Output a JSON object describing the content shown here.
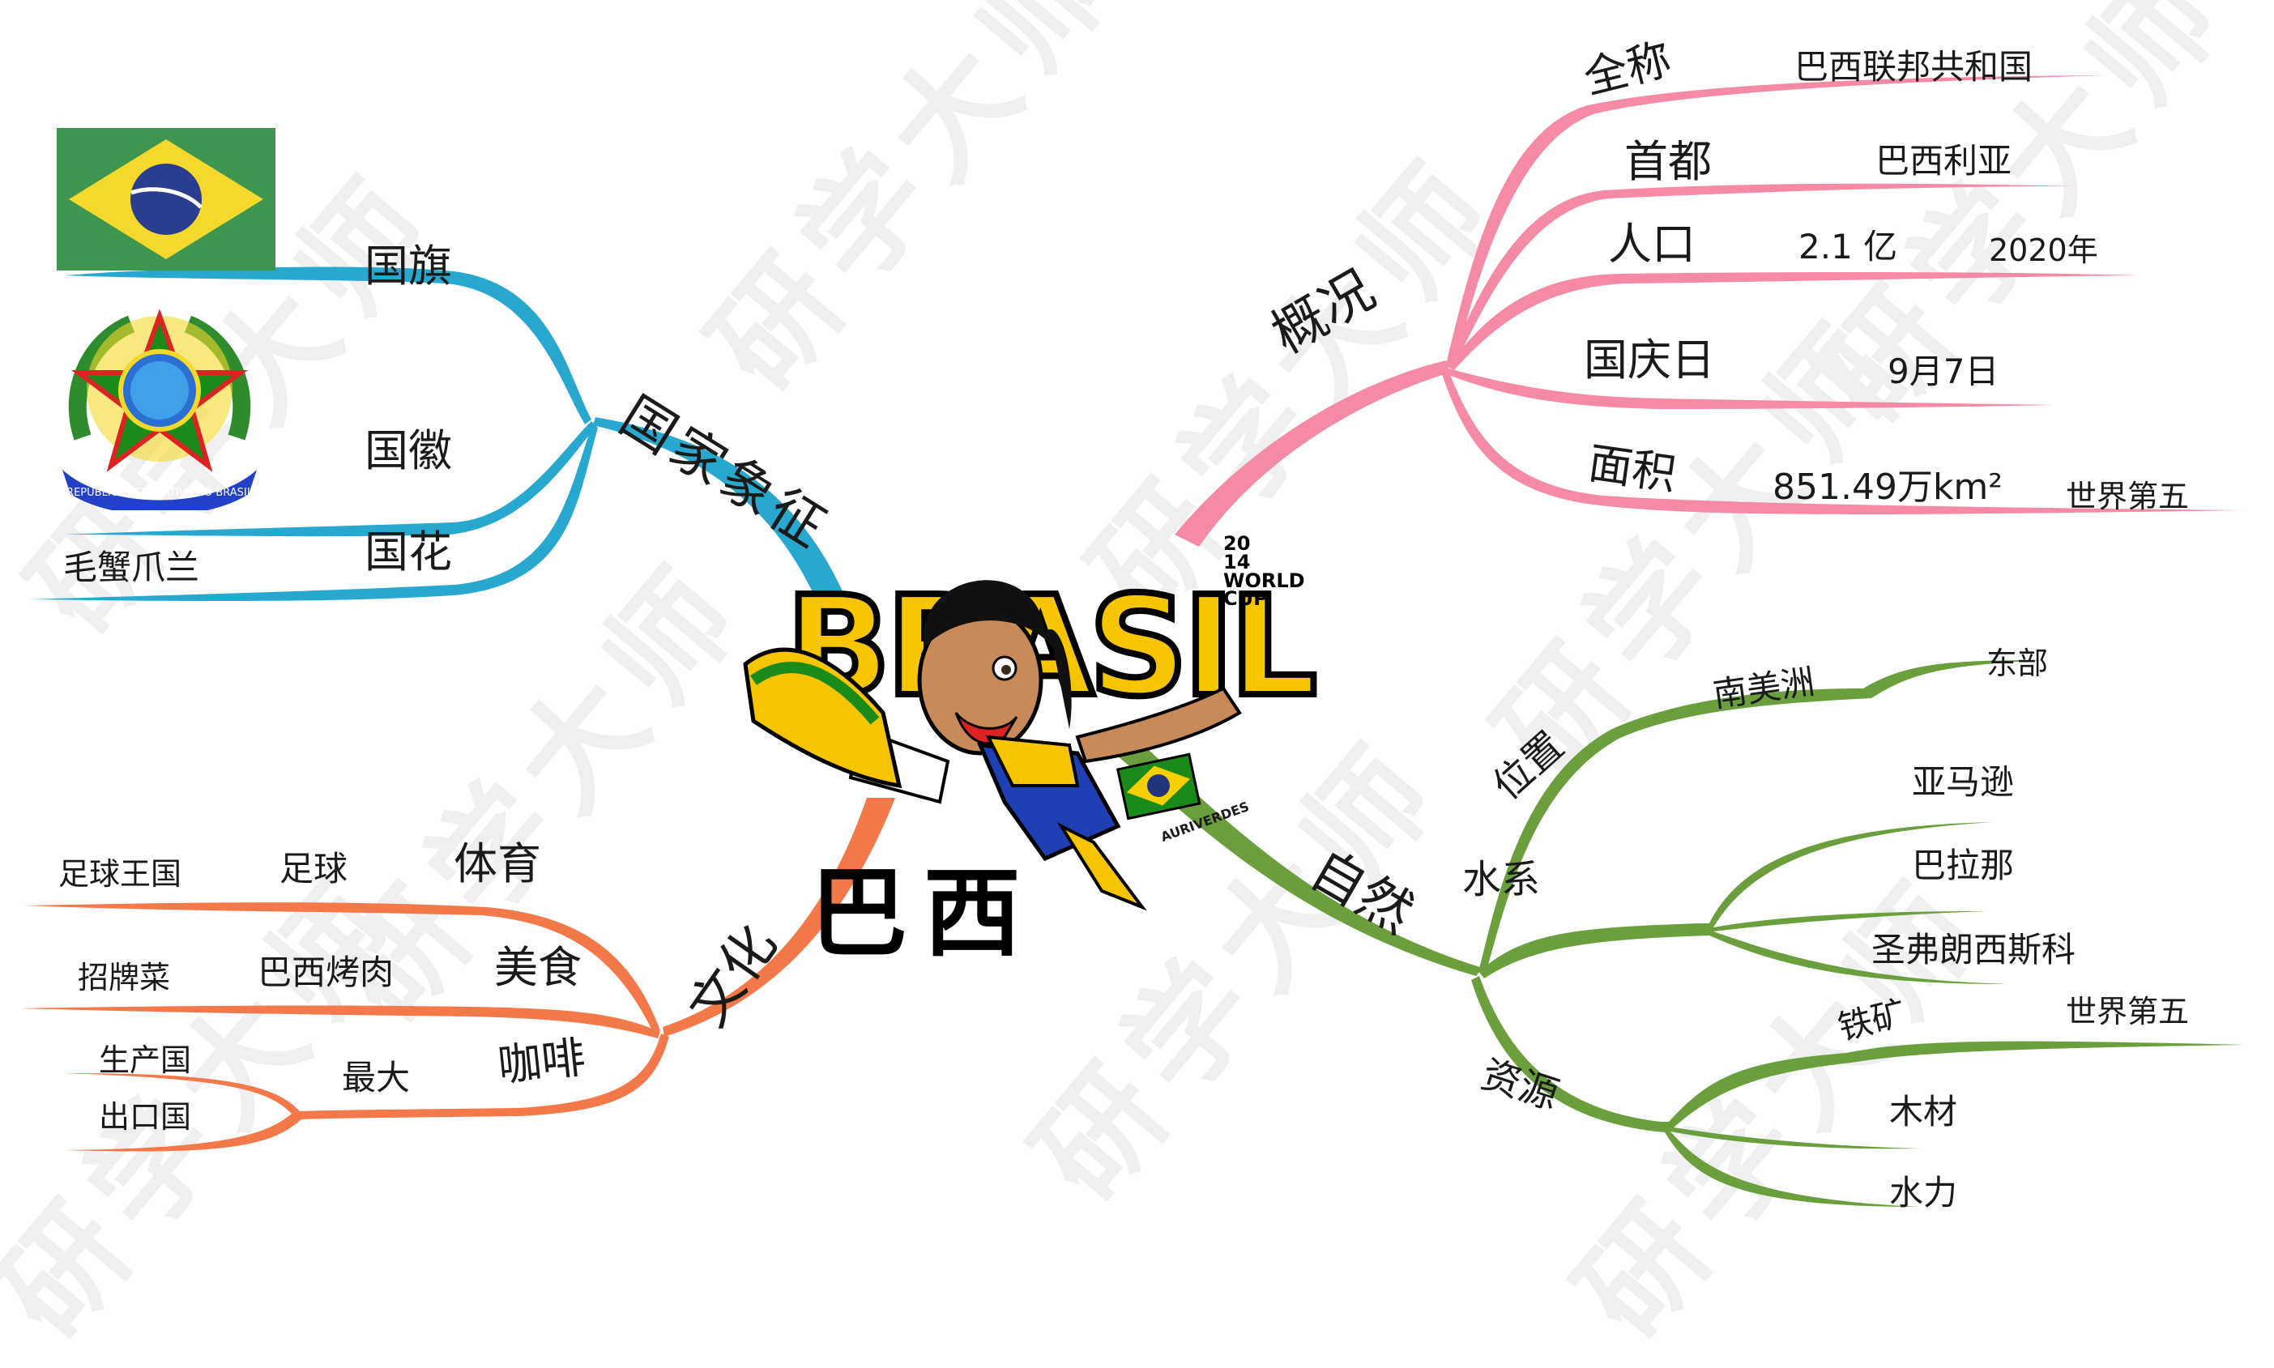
{
  "title": "巴西",
  "center": {
    "label_cn": "巴西",
    "label_en": "BRASIL",
    "badge": [
      "20",
      "14",
      "WORLD",
      "CUP"
    ],
    "caption": "AURIVERDES"
  },
  "watermark": "研学大师",
  "colors": {
    "symbols": "#29a8cf",
    "overview": "#f48aa6",
    "nature": "#6b9e3c",
    "culture": "#f4794a"
  },
  "branches": {
    "symbols": {
      "label": "国家象征",
      "children": [
        {
          "label": "国旗",
          "detail": "flag-image"
        },
        {
          "label": "国徽",
          "detail": "coat-of-arms-image"
        },
        {
          "label": "国花",
          "detail": "毛蟹爪兰"
        }
      ]
    },
    "overview": {
      "label": "概况",
      "children": [
        {
          "label": "全称",
          "value": "巴西联邦共和国"
        },
        {
          "label": "首都",
          "value": "巴西利亚"
        },
        {
          "label": "人口",
          "value": "2.1 亿",
          "note": "2020年"
        },
        {
          "label": "国庆日",
          "value": "9月7日"
        },
        {
          "label": "面积",
          "value": "851.49万km²",
          "note": "世界第五"
        }
      ]
    },
    "nature": {
      "label": "自然",
      "children": [
        {
          "label": "位置",
          "value": "南美洲",
          "note": "东部"
        },
        {
          "label": "水系",
          "items": [
            "亚马逊",
            "巴拉那",
            "圣弗朗西斯科"
          ]
        },
        {
          "label": "资源",
          "items": [
            "铁矿",
            "木材",
            "水力"
          ],
          "iron_note": "世界第五"
        }
      ]
    },
    "culture": {
      "label": "文化",
      "children": [
        {
          "label": "体育",
          "value": "足球",
          "note": "足球王国"
        },
        {
          "label": "美食",
          "value": "巴西烤肉",
          "note": "招牌菜"
        },
        {
          "label": "咖啡",
          "value": "最大",
          "items": [
            "生产国",
            "出口国"
          ]
        }
      ]
    }
  }
}
